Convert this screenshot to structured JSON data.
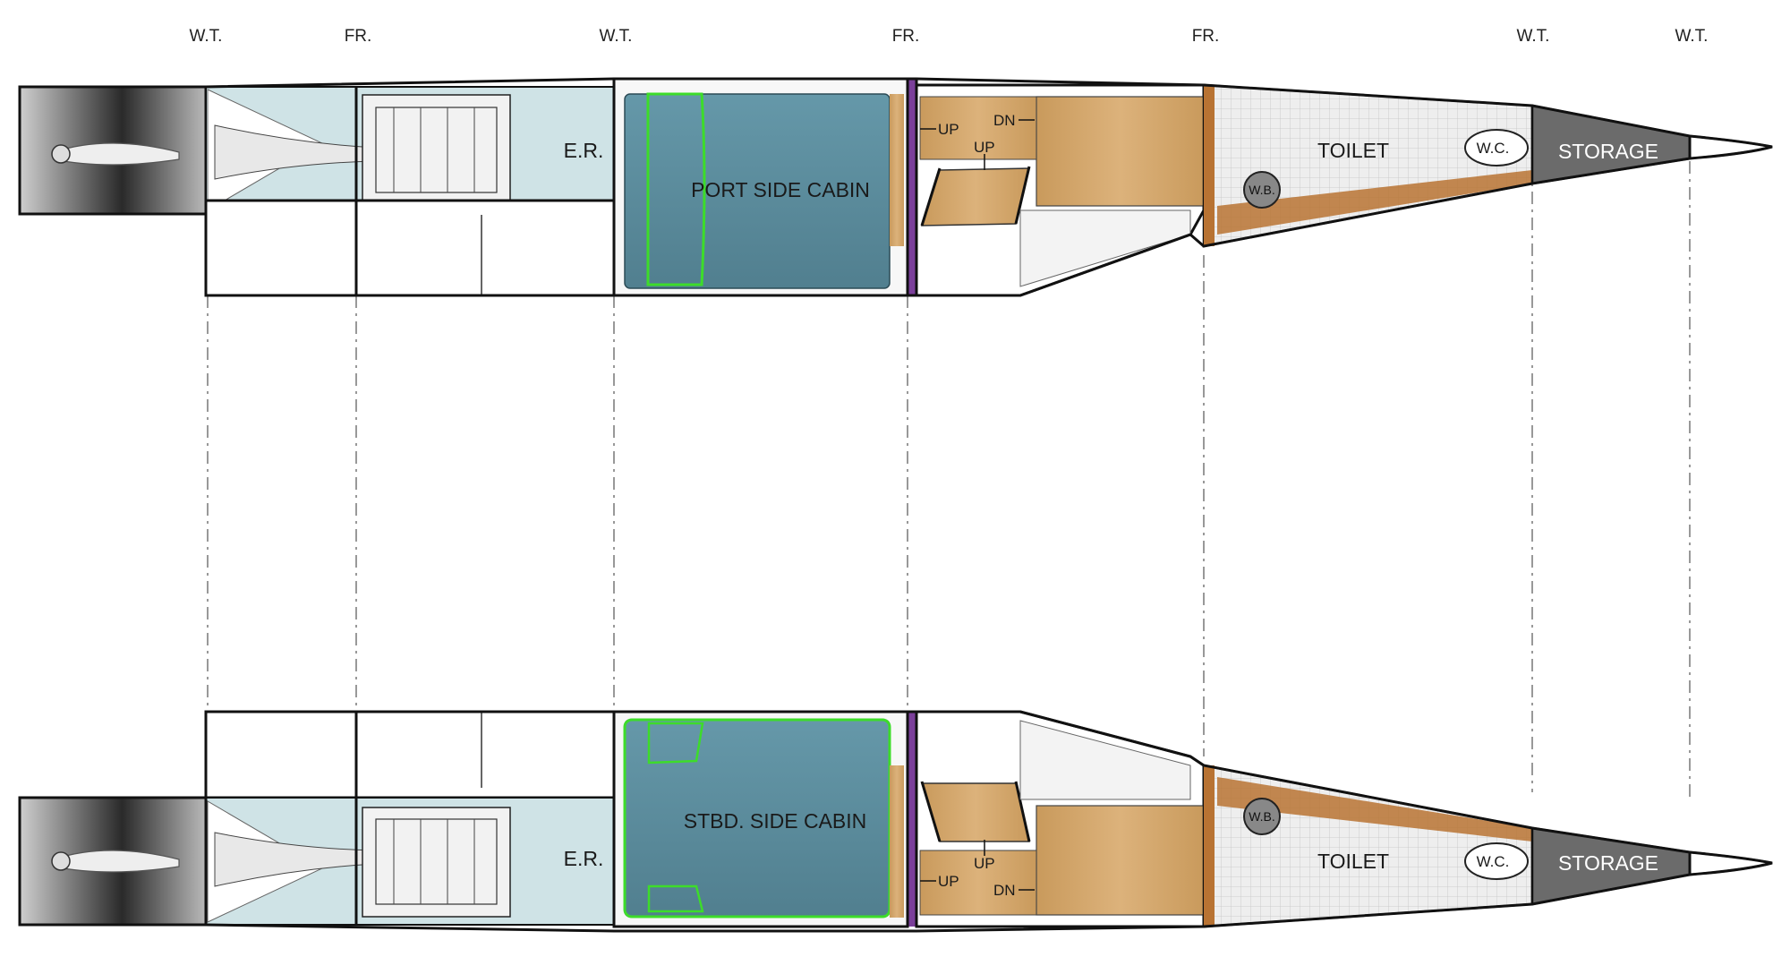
{
  "headers": [
    "W.T.",
    "FR.",
    "W.T.",
    "FR.",
    "FR.",
    "W.T.",
    "W.T."
  ],
  "port": {
    "cabin": "PORT SIDE CABIN",
    "engine_room": "E.R.",
    "toilet": "TOILET",
    "wc": "W.C.",
    "wb": "W.B.",
    "storage": "STORAGE",
    "up1": "UP",
    "dn": "DN",
    "up2": "UP"
  },
  "stbd": {
    "cabin": "STBD. SIDE CABIN",
    "engine_room": "E.R.",
    "toilet": "TOILET",
    "wc": "W.C.",
    "wb": "W.B.",
    "storage": "STORAGE",
    "up1": "UP",
    "dn": "DN",
    "up2": "UP"
  },
  "colors": {
    "cabin": "#5b8fa0",
    "bed_outline": "#3ddc2a",
    "wood": "#d2a56b",
    "storage": "#6b6b6b",
    "engine_room": "#cfe3e6"
  }
}
